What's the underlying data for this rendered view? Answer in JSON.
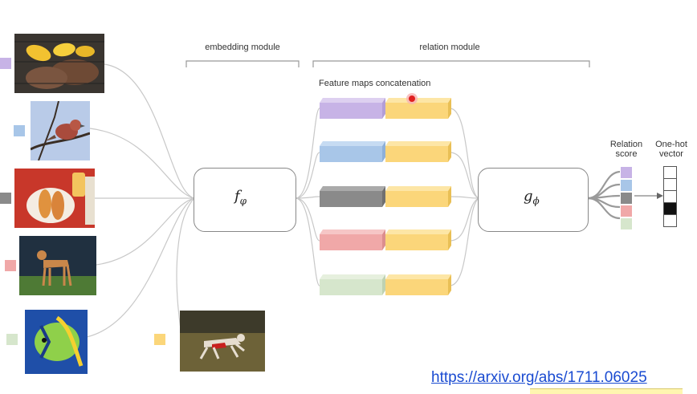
{
  "labels": {
    "embedding_module": "embedding module",
    "relation_module": "relation module",
    "feature_maps": "Feature maps concatenation",
    "relation_score": "Relation score",
    "one_hot_vector": "One-hot vector",
    "f_symbol": "f",
    "f_sub": "φ",
    "g_symbol": "g",
    "g_sub": "ϕ"
  },
  "link": "https://arxiv.org/abs/1711.06025",
  "colors": {
    "purple": "#c7b3e6",
    "blue": "#a8c6e8",
    "gray": "#8a8a8a",
    "pink": "#f0a8a8",
    "green": "#d6e6cc",
    "yellow": "#fbd67a",
    "cursor": "#e02020"
  },
  "support_images": [
    "food-grill",
    "bird-branch",
    "hotdog-plate",
    "dog-standing",
    "angelfish"
  ],
  "query_image": "dog-running",
  "relation_scores_active_index": 3
}
